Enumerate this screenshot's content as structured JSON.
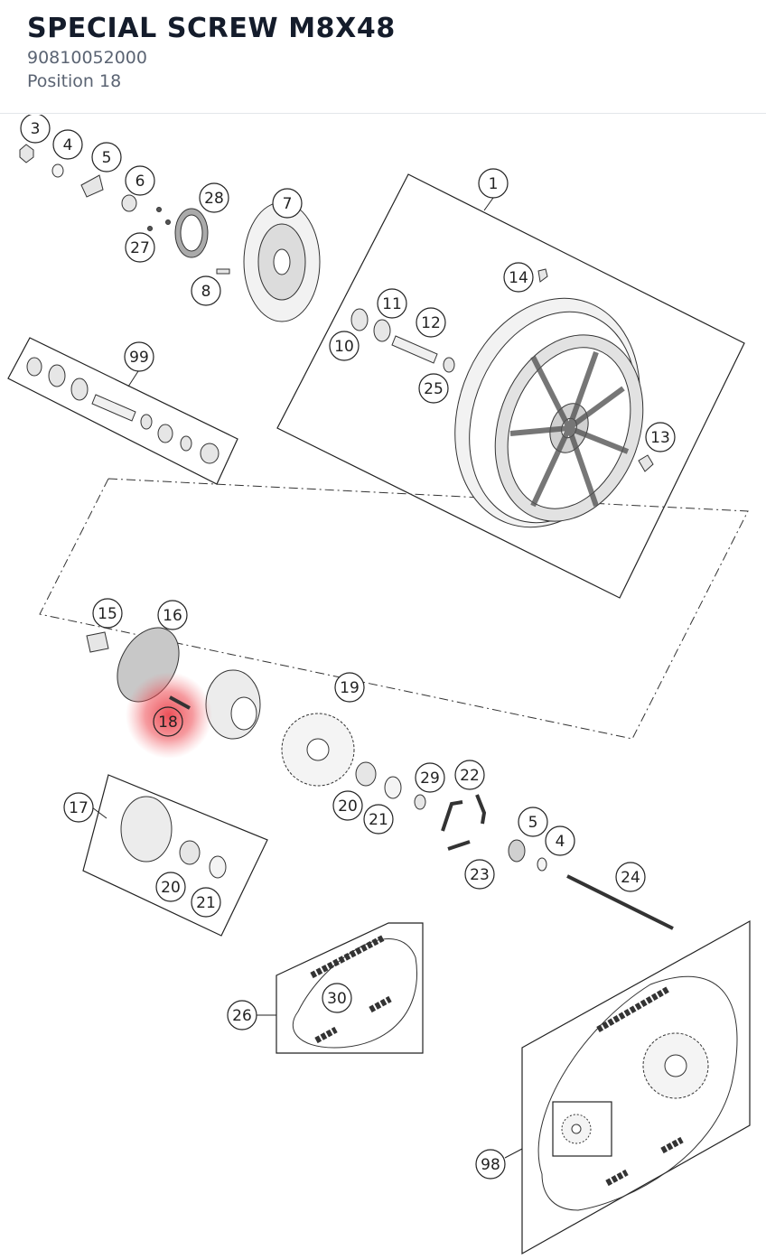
{
  "part": {
    "title": "SPECIAL SCREW M8X48",
    "number": "90810052000",
    "position": "Position 18"
  },
  "diagram": {
    "highlight_color": "#e8303a",
    "highlighted_label": "18",
    "callouts": [
      "3",
      "4",
      "5",
      "6",
      "28",
      "7",
      "1",
      "27",
      "8",
      "14",
      "11",
      "12",
      "10",
      "25",
      "99",
      "13",
      "15",
      "16",
      "19",
      "18",
      "17",
      "29",
      "22",
      "20",
      "21",
      "5",
      "4",
      "23",
      "24",
      "20",
      "21",
      "30",
      "26",
      "98"
    ]
  }
}
